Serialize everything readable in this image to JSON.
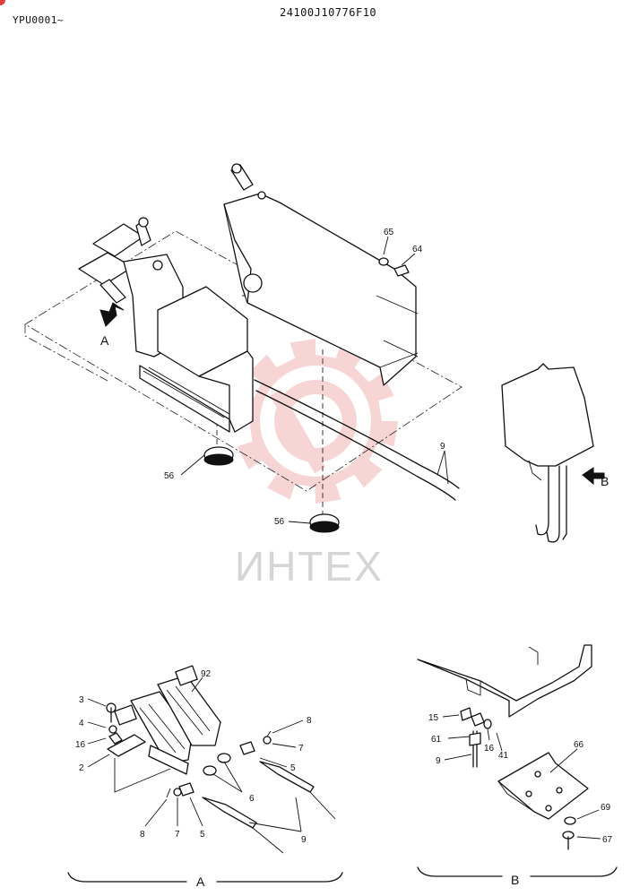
{
  "header": {
    "left_code": "YPU0001~",
    "center_code": "24100J10776F10"
  },
  "colors": {
    "line": "#111111",
    "watermark_logo": "#f3b3b3",
    "watermark_text": "#d5d5d5",
    "corner_dot": "#e23b3b"
  },
  "watermark": {
    "text": "ИНТЕХ",
    "logo_icon": "gear-logo-icon"
  },
  "views": {
    "a_arrow_label": "A",
    "b_arrow_label": "B"
  },
  "callouts": {
    "main": {
      "p65": "65",
      "p64": "64",
      "p56a": "56",
      "p56b": "56",
      "p9": "9"
    },
    "detail_a": {
      "p3": "3",
      "p4": "4",
      "p16": "16",
      "p2": "2",
      "p92": "92",
      "p8_right": "8",
      "p7_right": "7",
      "p5_right": "5",
      "p6": "6",
      "p8_left": "8",
      "p7_left": "7",
      "p5_left": "5",
      "p9": "9"
    },
    "detail_b": {
      "p15": "15",
      "p61": "61",
      "p16": "16",
      "p41": "41",
      "p9": "9",
      "p66": "66",
      "p69": "69",
      "p67": "67"
    }
  },
  "sections": {
    "a_label": "A",
    "b_label": "B"
  }
}
